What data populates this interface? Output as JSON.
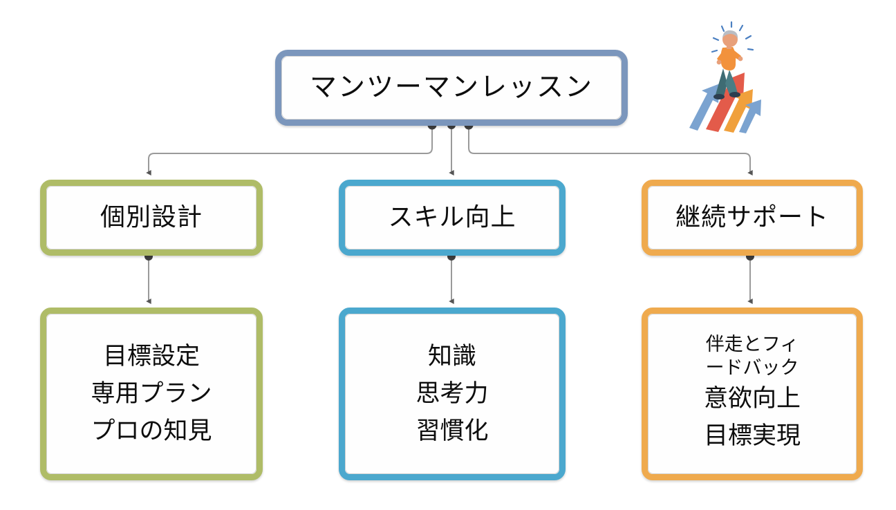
{
  "diagram": {
    "type": "hierarchy-tree",
    "title_node": {
      "label": "マンツーマンレッスン",
      "color": "#7B96BC"
    },
    "branches": [
      {
        "label": "個別設計",
        "color": "#AFBC67",
        "leaf": {
          "color": "#AFBC67",
          "lines": [
            "目標設定",
            "専用プラン",
            "プロの知見"
          ]
        }
      },
      {
        "label": "スキル向上",
        "color": "#4BA8CE",
        "leaf": {
          "color": "#4BA8CE",
          "lines": [
            "知識",
            "思考力",
            "習慣化"
          ]
        }
      },
      {
        "label": "継続サポート",
        "color": "#EFAA4E",
        "leaf": {
          "color": "#EFAA4E",
          "lines_small": [
            "伴走とフィ",
            "ードバック"
          ],
          "lines": [
            "意欲向上",
            "目標実現"
          ]
        }
      }
    ],
    "illustration": {
      "name": "person-climbing-arrows-illustration",
      "colors": {
        "arrow_blue": "#7BA3D0",
        "arrow_red": "#E35B4A",
        "arrow_orange": "#F0A03C",
        "arrow_light_blue": "#7BA3D0",
        "shirt": "#F2923C",
        "pants": "#3E6B73",
        "hair": "#B9BDC4",
        "spark": "#4A7FC1"
      }
    },
    "connector": {
      "line_color": "#808080",
      "dot_color": "#404040"
    }
  }
}
